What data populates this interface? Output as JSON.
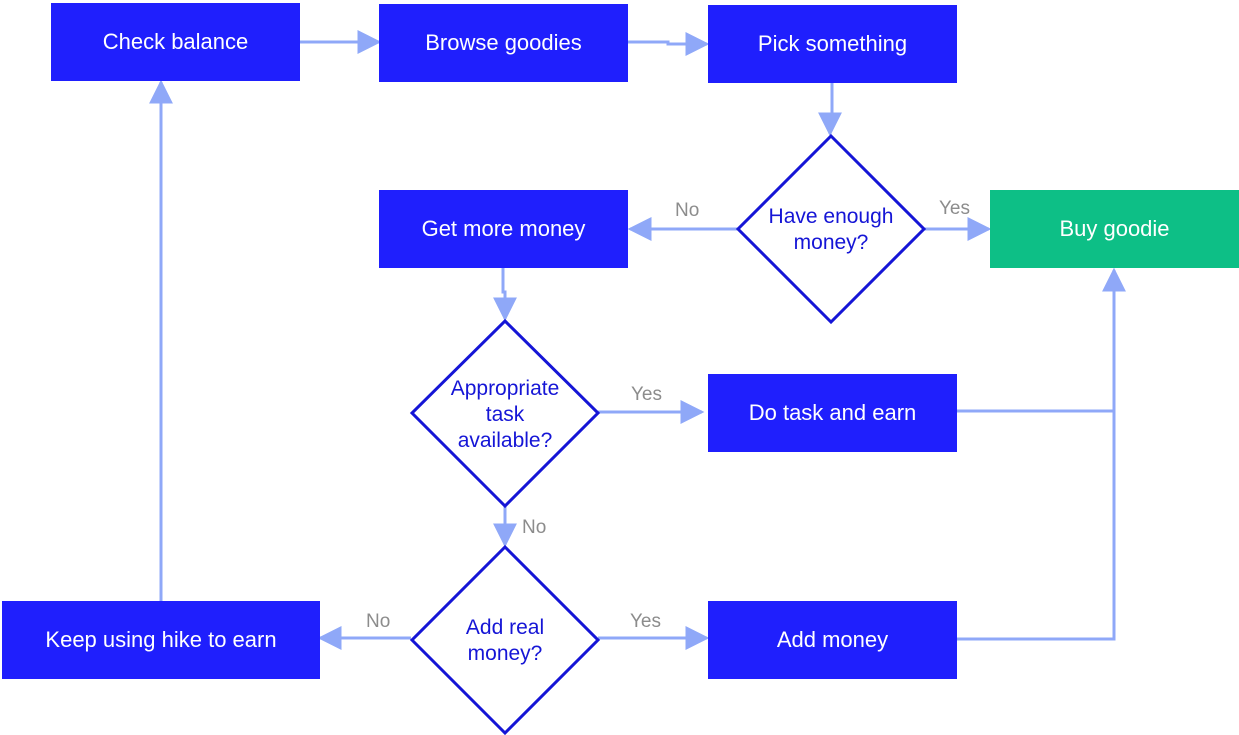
{
  "colors": {
    "process": "#1f1ffd",
    "terminal": "#0dbf86",
    "connector": "#8fa8f8",
    "decision_border": "#1515d6",
    "decision_text": "#1515d6",
    "edge_label": "#8c8c8c"
  },
  "nodes": {
    "check_balance": "Check balance",
    "browse_goodies": "Browse goodies",
    "pick_something": "Pick something",
    "get_more_money": "Get more money",
    "buy_goodie": "Buy goodie",
    "do_task": "Do task and earn",
    "keep_using": "Keep using hike to earn",
    "add_money": "Add money"
  },
  "decisions": {
    "have_money": [
      "Have enough",
      "money?"
    ],
    "task_available": [
      "Appropriate",
      "task",
      "available?"
    ],
    "add_real_money": [
      "Add real",
      "money?"
    ]
  },
  "edge_labels": {
    "have_money_no": "No",
    "have_money_yes": "Yes",
    "task_yes": "Yes",
    "task_no": "No",
    "add_no": "No",
    "add_yes": "Yes"
  }
}
